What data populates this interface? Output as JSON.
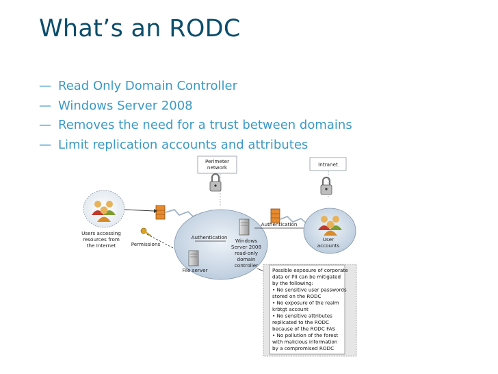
{
  "slide": {
    "title": "What’s an RODC",
    "bullets": [
      "Read Only Domain Controller",
      "Windows Server 2008",
      "Removes the need for a trust between domains",
      "Limit replication accounts and attributes"
    ]
  },
  "diagram": {
    "perimeter_box": [
      "Perimeter",
      "network"
    ],
    "intranet_box": "Intranet",
    "users_internet": [
      "Users accessing",
      "resources from",
      "the Internet"
    ],
    "permissions": "Permissions",
    "authentication_left": "Authentication",
    "authentication_right": "Authentication",
    "file_server": "File server",
    "rodc_label": [
      "Windows",
      "Server 2008",
      "read-only",
      "domain",
      "controller"
    ],
    "user_accounts": [
      "User",
      "accounts"
    ],
    "note_lines": [
      "Possible exposure of corporate",
      "data or PII can be mitigated",
      "by the following:",
      "• No sensitive user passwords",
      "   stored on the RODC",
      "• No exposure of the realm",
      "   krbtgt account",
      "• No sensitive attributes",
      "   replicated to the RODC",
      "   because of the RODC FAS",
      "• No pollution of the forest",
      "   with malicious information",
      "   by a compromised RODC"
    ]
  }
}
